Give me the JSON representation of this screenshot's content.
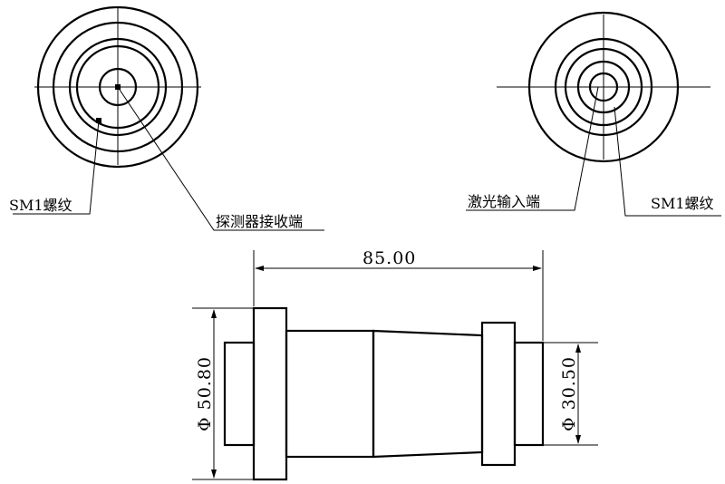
{
  "labels": {
    "left_thread": "SM1螺纹",
    "detector": "探测器接收端",
    "laser_input": "激光输入端",
    "right_thread": "SM1螺纹"
  },
  "dimensions": {
    "length": "85.00",
    "left_diameter": "Φ 50.80",
    "right_diameter": "Φ 30.50"
  }
}
